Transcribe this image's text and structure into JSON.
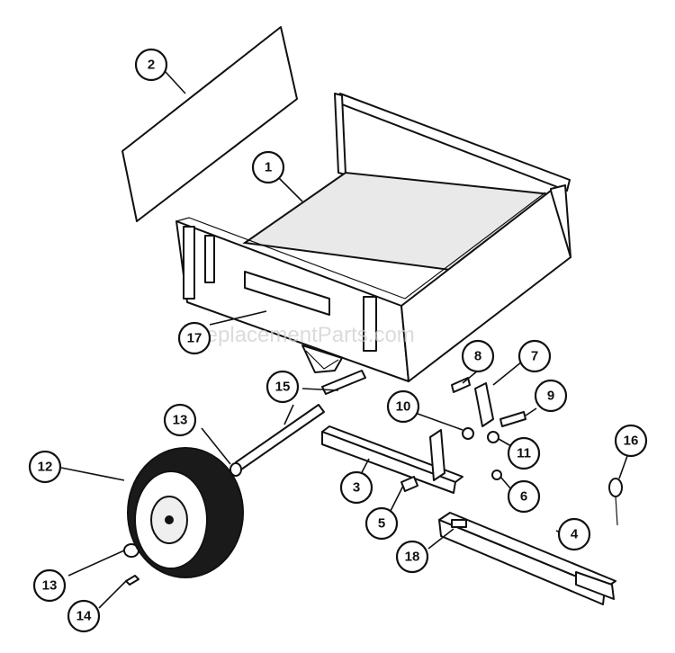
{
  "watermark": "eReplacementParts.com",
  "callouts": [
    {
      "id": "c1",
      "label": "1"
    },
    {
      "id": "c2",
      "label": "2"
    },
    {
      "id": "c3",
      "label": "3"
    },
    {
      "id": "c4",
      "label": "4"
    },
    {
      "id": "c5",
      "label": "5"
    },
    {
      "id": "c6",
      "label": "6"
    },
    {
      "id": "c7",
      "label": "7"
    },
    {
      "id": "c8",
      "label": "8"
    },
    {
      "id": "c9",
      "label": "9"
    },
    {
      "id": "c10",
      "label": "10"
    },
    {
      "id": "c11",
      "label": "11"
    },
    {
      "id": "c12",
      "label": "12"
    },
    {
      "id": "c13a",
      "label": "13"
    },
    {
      "id": "c13b",
      "label": "13"
    },
    {
      "id": "c14",
      "label": "14"
    },
    {
      "id": "c15",
      "label": "15"
    },
    {
      "id": "c16",
      "label": "16"
    },
    {
      "id": "c17",
      "label": "17"
    },
    {
      "id": "c18",
      "label": "18"
    }
  ]
}
